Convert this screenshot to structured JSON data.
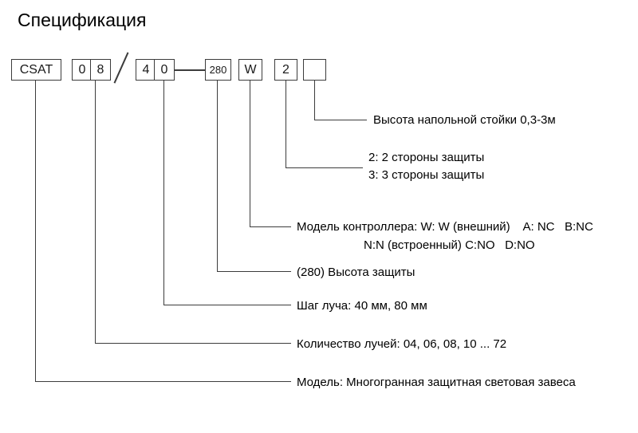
{
  "title": "Спецификация",
  "code": {
    "model": "CSAT",
    "digits": [
      "0",
      "8",
      "4",
      "0"
    ],
    "height": "280",
    "controller": "W",
    "sides": "2",
    "stand": ""
  },
  "separators": {
    "slash": "/",
    "dash": "—"
  },
  "annotations": [
    {
      "key": "stand-height",
      "lines": [
        "Высота напольной стойки 0,3-3м"
      ]
    },
    {
      "key": "protection-sides",
      "lines": [
        "2: 2 стороны защиты",
        "3: 3 стороны защиты"
      ]
    },
    {
      "key": "controller-model",
      "lines": [
        "Модель контроллера: W: W (внешний)    A: NC   B:NC",
        "N:N (встроенный) C:NO   D:NO"
      ]
    },
    {
      "key": "protection-height",
      "lines": [
        "(280) Высота защиты"
      ]
    },
    {
      "key": "beam-pitch",
      "lines": [
        "Шаг луча: 40 мм, 80 мм"
      ]
    },
    {
      "key": "beam-count",
      "lines": [
        "Количество лучей: 04, 06, 08, 10 ... 72"
      ]
    },
    {
      "key": "model-description",
      "lines": [
        "Модель: Многогранная защитная световая завеса"
      ]
    }
  ]
}
